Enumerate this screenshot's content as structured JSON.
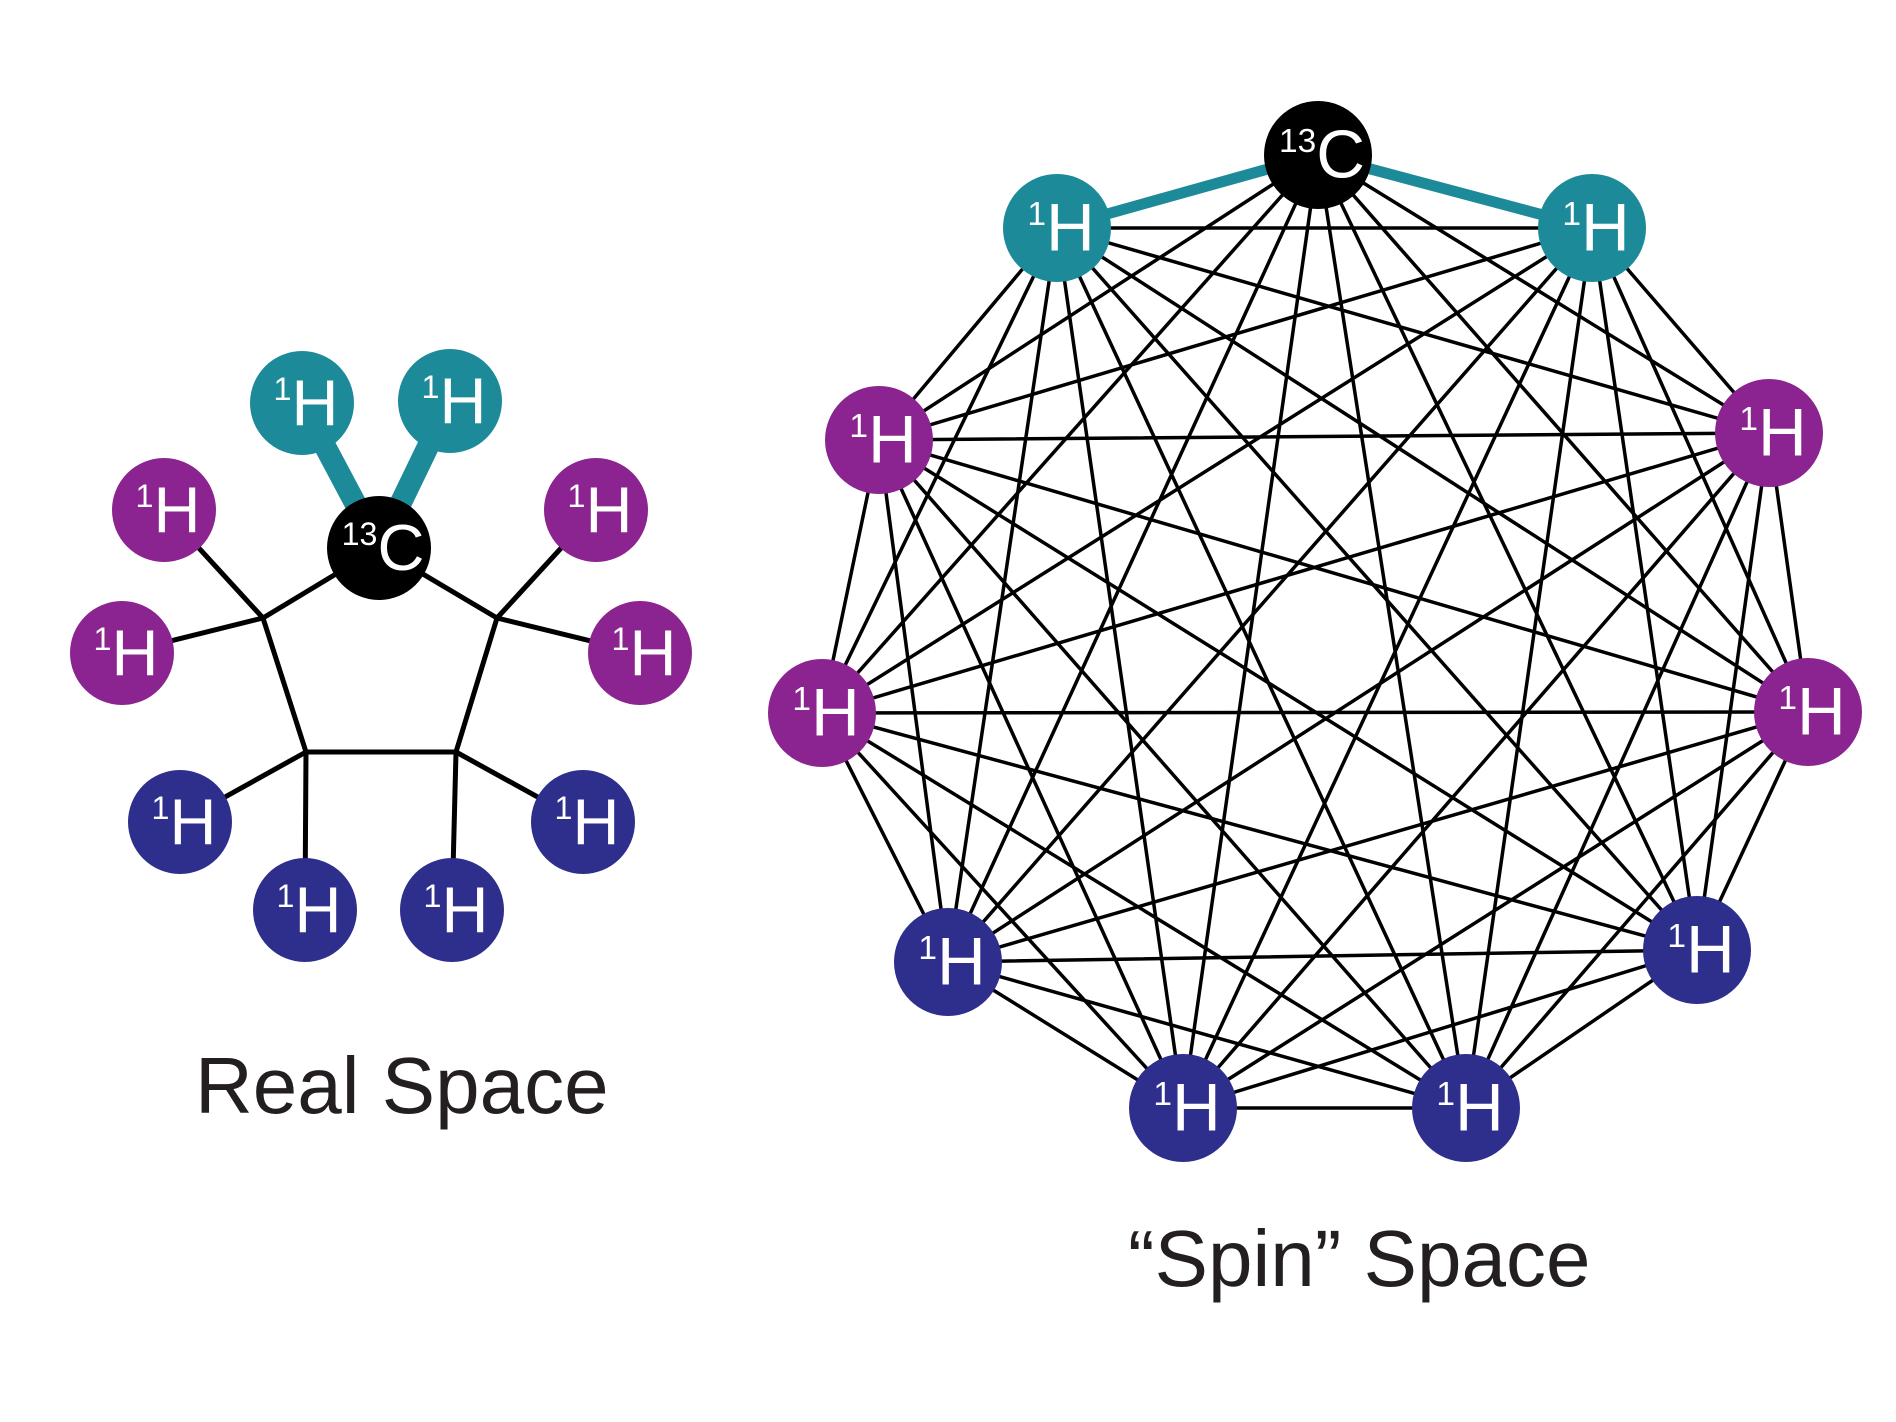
{
  "colors": {
    "carbon": "#000000",
    "bound_h": "#1d8a99",
    "mid_h": "#8b2490",
    "low_h": "#2e2e8c",
    "line": "#000000",
    "text": "#231f20"
  },
  "atom_labels": {
    "carbon": {
      "sup": "13",
      "base": "C"
    },
    "hydrogen": {
      "sup": "1",
      "base": "H"
    }
  },
  "real_space": {
    "caption": "Real Space",
    "atoms": [
      {
        "id": "C",
        "element": "carbon",
        "color": "carbon"
      },
      {
        "id": "Ha",
        "element": "hydrogen",
        "color": "bound_h"
      },
      {
        "id": "Hb",
        "element": "hydrogen",
        "color": "bound_h"
      },
      {
        "id": "Hc",
        "element": "hydrogen",
        "color": "mid_h"
      },
      {
        "id": "Hd",
        "element": "hydrogen",
        "color": "mid_h"
      },
      {
        "id": "He",
        "element": "hydrogen",
        "color": "mid_h"
      },
      {
        "id": "Hf",
        "element": "hydrogen",
        "color": "mid_h"
      },
      {
        "id": "Hg",
        "element": "hydrogen",
        "color": "low_h"
      },
      {
        "id": "Hh",
        "element": "hydrogen",
        "color": "low_h"
      },
      {
        "id": "Hi",
        "element": "hydrogen",
        "color": "low_h"
      },
      {
        "id": "Hj",
        "element": "hydrogen",
        "color": "low_h"
      }
    ]
  },
  "spin_space": {
    "caption": "“Spin” Space",
    "atoms": [
      {
        "id": "C",
        "element": "carbon",
        "color": "carbon"
      },
      {
        "id": "H1",
        "element": "hydrogen",
        "color": "bound_h"
      },
      {
        "id": "H2",
        "element": "hydrogen",
        "color": "bound_h"
      },
      {
        "id": "H3",
        "element": "hydrogen",
        "color": "mid_h"
      },
      {
        "id": "H4",
        "element": "hydrogen",
        "color": "mid_h"
      },
      {
        "id": "H5",
        "element": "hydrogen",
        "color": "mid_h"
      },
      {
        "id": "H6",
        "element": "hydrogen",
        "color": "mid_h"
      },
      {
        "id": "H7",
        "element": "hydrogen",
        "color": "low_h"
      },
      {
        "id": "H8",
        "element": "hydrogen",
        "color": "low_h"
      },
      {
        "id": "H9",
        "element": "hydrogen",
        "color": "low_h"
      },
      {
        "id": "H10",
        "element": "hydrogen",
        "color": "low_h"
      }
    ],
    "highlighted_couplings": [
      [
        "C",
        "H1"
      ],
      [
        "C",
        "H2"
      ]
    ]
  }
}
